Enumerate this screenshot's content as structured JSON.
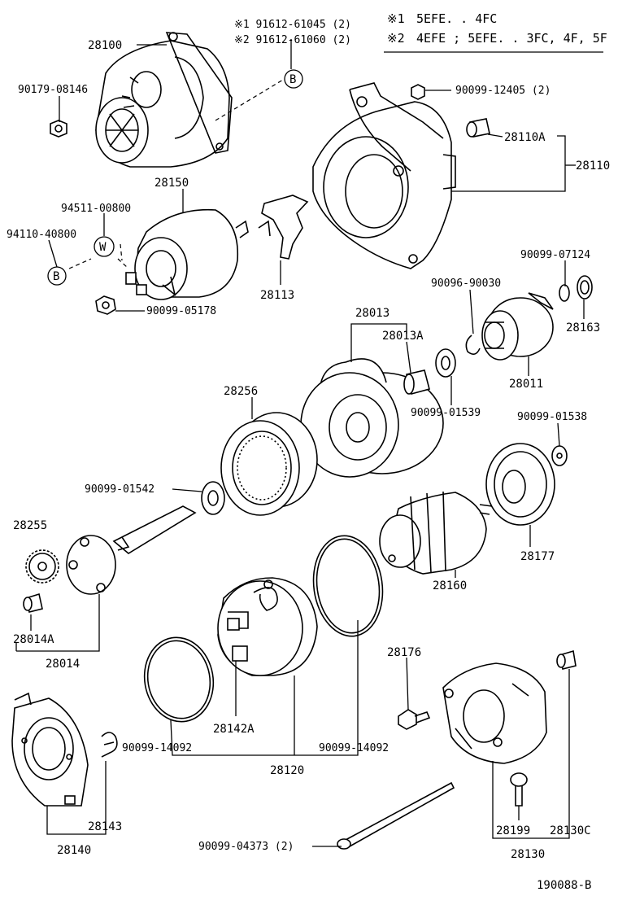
{
  "legend": {
    "note1_mark": "※1",
    "note1_text": "5EFE. . 4FC",
    "note2_mark": "※2",
    "note2_text": "4EFE ; 5EFE. . 3FC, 4F, 5F"
  },
  "callouts": {
    "b_marker": "B",
    "w_marker": "W"
  },
  "parts": {
    "p28100": "28100",
    "p91612_61045": "※1 91612-61045 (2)",
    "p91612_61060": "※2 91612-61060 (2)",
    "p90179_08146": "90179-08146",
    "p90099_12405": "90099-12405 (2)",
    "p28110A": "28110A",
    "p28110": "28110",
    "p28150": "28150",
    "p94511_00800": "94511-00800",
    "p94110_40800": "94110-40800",
    "p90099_05178": "90099-05178",
    "p28113": "28113",
    "p90099_07124": "90099-07124",
    "p90096_90030": "90096-90030",
    "p28163": "28163",
    "p28013": "28013",
    "p28013A": "28013A",
    "p28011": "28011",
    "p28256": "28256",
    "p90099_01539": "90099-01539",
    "p90099_01538": "90099-01538",
    "p90099_01542": "90099-01542",
    "p28255": "28255",
    "p28177": "28177",
    "p28160": "28160",
    "p28014A": "28014A",
    "p28014": "28014",
    "p28176": "28176",
    "p28142A": "28142A",
    "p90099_14092_l": "90099-14092",
    "p90099_14092_r": "90099-14092",
    "p28120": "28120",
    "p28143": "28143",
    "p28140": "28140",
    "p90099_04373": "90099-04373 (2)",
    "p28199": "28199",
    "p28130C": "28130C",
    "p28130": "28130"
  },
  "figure_id": "190088-B"
}
